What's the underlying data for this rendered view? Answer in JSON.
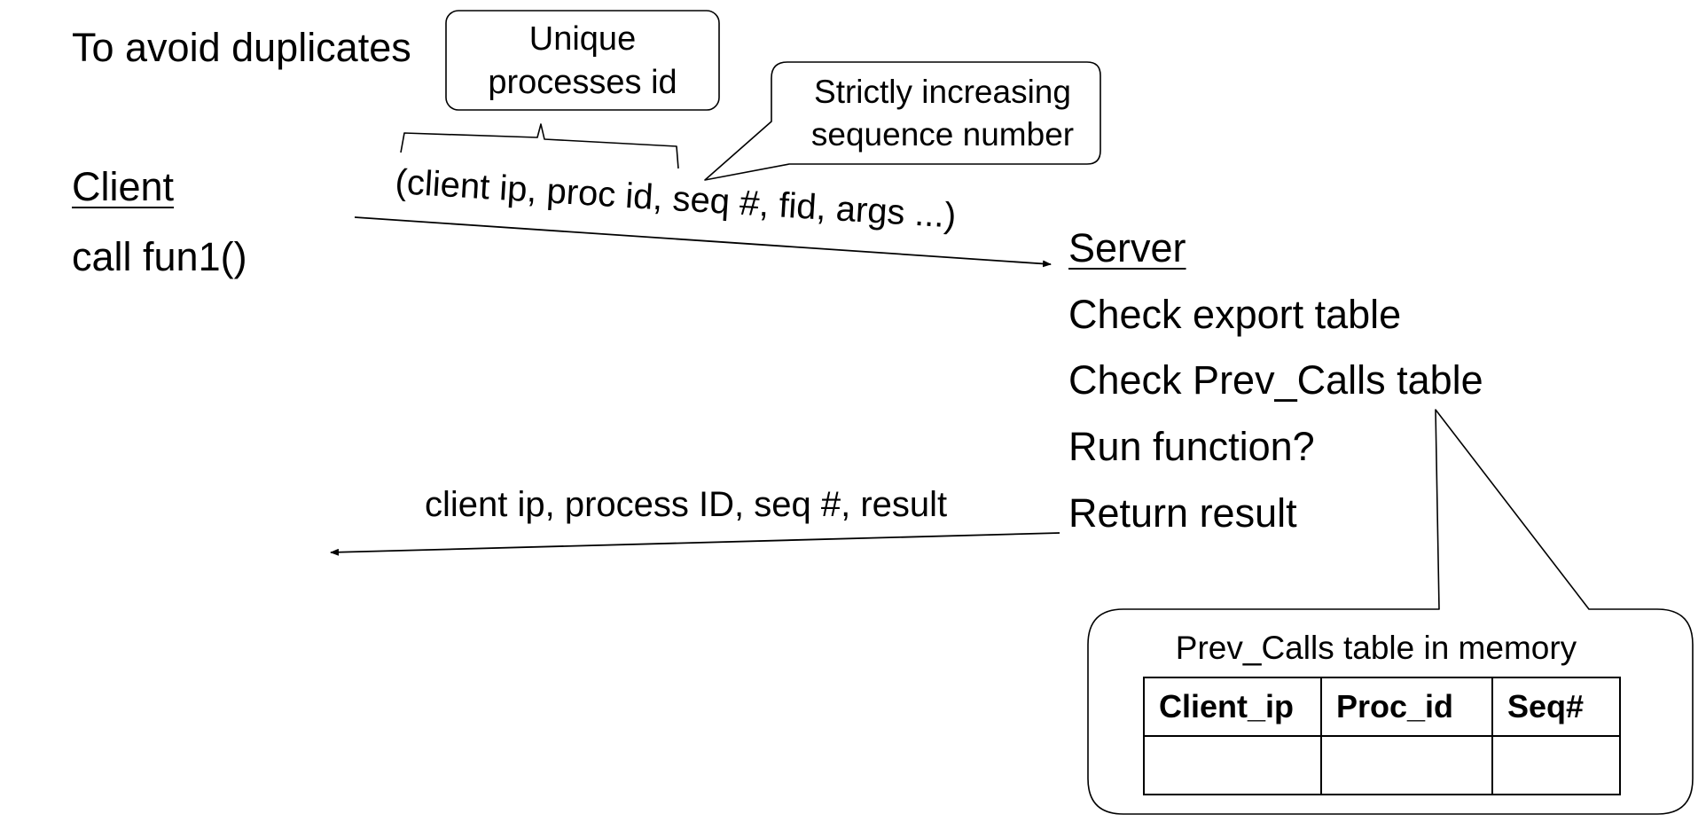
{
  "heading": "To avoid duplicates",
  "callouts": {
    "unique_id_line1": "Unique",
    "unique_id_line2": "processes id",
    "seq_line1": "Strictly increasing",
    "seq_line2": "sequence number"
  },
  "client": {
    "title": "Client",
    "call": "call fun1()"
  },
  "request_message": "(client ip, proc id, seq #, fid, args ...)",
  "response_message": "client ip, process ID, seq #, result",
  "server": {
    "title": "Server",
    "steps": [
      "Check export table",
      "Check Prev_Calls table",
      "Run function?",
      "Return result"
    ]
  },
  "prev_calls_table": {
    "caption": "Prev_Calls table in memory",
    "columns": [
      "Client_ip",
      "Proc_id",
      "Seq#"
    ],
    "rows": [
      [
        "",
        "",
        ""
      ]
    ]
  }
}
